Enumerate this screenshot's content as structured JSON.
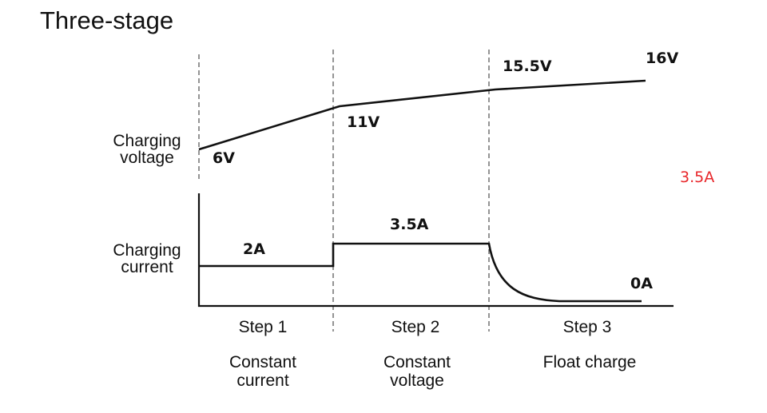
{
  "title": "Three-stage",
  "axis_labels": {
    "voltage": [
      "Charging",
      "voltage"
    ],
    "current": [
      "Charging",
      "current"
    ]
  },
  "voltage_labels": {
    "start": "6V",
    "step1_end": "11V",
    "step2_end": "15.5V",
    "end": "16V"
  },
  "current_labels": {
    "step1": "2A",
    "step2": "3.5A",
    "step3_end": "0A"
  },
  "side_note": "3.5A",
  "steps": [
    {
      "name": "Step 1",
      "mode": [
        "Constant",
        "current"
      ]
    },
    {
      "name": "Step 2",
      "mode": [
        "Constant",
        "voltage"
      ]
    },
    {
      "name": "Step 3",
      "mode": [
        "Float charge"
      ]
    }
  ],
  "colors": {
    "line": "#111111",
    "divider": "#666666",
    "note": "#e8262a"
  }
}
